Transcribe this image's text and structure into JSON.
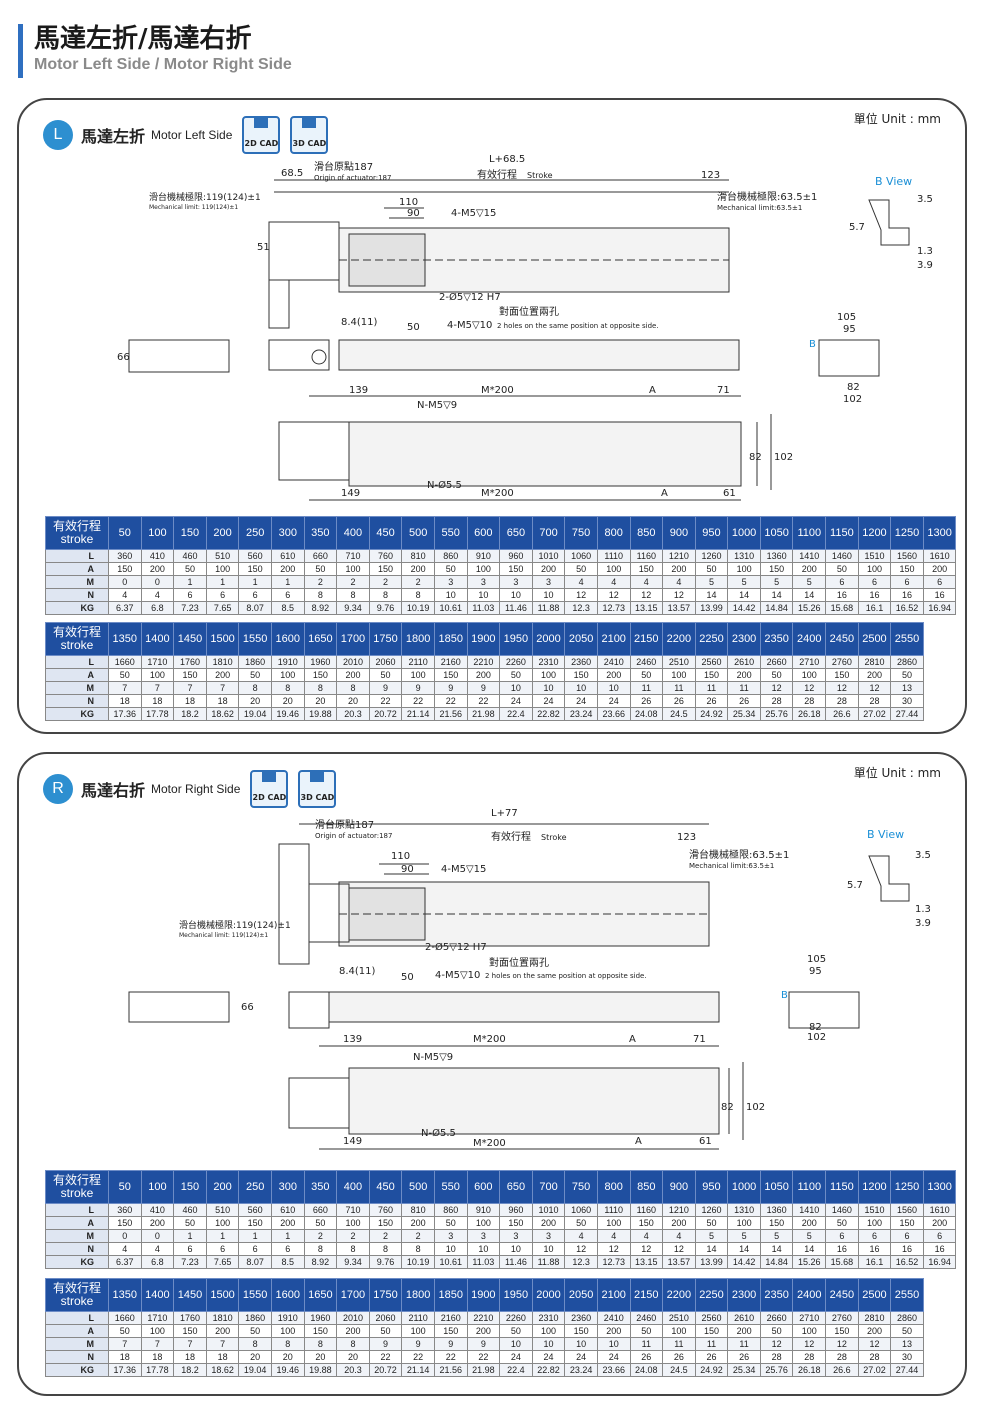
{
  "header": {
    "title": "馬達左折/馬達右折",
    "subtitle": "Motor Left Side / Motor Right Side"
  },
  "colors": {
    "accent": "#2d8fd0",
    "table_header": "#1f4fa0",
    "dim_blue": "#1a8fd6"
  },
  "left": {
    "badge": "L",
    "title_cn": "馬達左折",
    "title_en": "Motor Left Side",
    "unit": "單位 Unit : mm",
    "cad": [
      "2D CAD",
      "3D CAD"
    ],
    "labels": {
      "overall": "L+68.5",
      "offset": "68.5",
      "origin_cn": "滑台原點187",
      "origin_en": "Origin of actuator:187",
      "stroke_cn": "有效行程",
      "stroke_en": "Stroke",
      "end": "123",
      "mech_l_cn": "滑台機械極限:119(124)±1",
      "mech_l_en": "Mechanical limit: 119(124)±1",
      "mech_r_cn": "滑台機械極限:63.5±1",
      "mech_r_en": "Mechanical limit:63.5±1",
      "d110": "110",
      "d90": "90",
      "m5": "4-M5▽15",
      "h51": "51",
      "pin": "2-Ø5▽12 H7",
      "opp_cn": "對面位置兩孔",
      "d84": "8.4(11)",
      "d50": "50",
      "m5b": "4-M5▽10",
      "opp_en": "2 holes on the same position at opposite side.",
      "h66": "66",
      "d139": "139",
      "m200": "M*200",
      "a": "A",
      "d71": "71",
      "nm5": "N-M5▽9",
      "h82": "82",
      "h102": "102",
      "d149": "149",
      "n55": "N-Ø5.5",
      "m200b": "M*200",
      "a2": "A",
      "d61": "61",
      "bview": "B View",
      "b35": "3.5",
      "b57": "5.7",
      "b13": "1.3",
      "b39": "3.9",
      "e105": "105",
      "e95": "95",
      "e82": "82",
      "e102": "102",
      "b": "B"
    }
  },
  "right": {
    "badge": "R",
    "title_cn": "馬達右折",
    "title_en": "Motor Right Side",
    "unit": "單位 Unit : mm",
    "cad": [
      "2D CAD",
      "3D CAD"
    ],
    "labels": {
      "overall": "L+77",
      "origin_cn": "滑台原點187",
      "origin_en": "Origin of actuator:187",
      "stroke_cn": "有效行程",
      "stroke_en": "Stroke",
      "end": "123",
      "mech_l_cn": "滑台機械極限:119(124)±1",
      "mech_l_en": "Mechanical limit: 119(124)±1",
      "mech_r_cn": "滑台機械極限:63.5±1",
      "mech_r_en": "Mechanical limit:63.5±1",
      "d110": "110",
      "d90": "90",
      "m5": "4-M5▽15",
      "pin": "2-Ø5▽12 H7",
      "opp_cn": "對面位置兩孔",
      "d84": "8.4(11)",
      "d50": "50",
      "m5b": "4-M5▽10",
      "opp_en": "2 holes on the same position at opposite side.",
      "h66": "66",
      "d139": "139",
      "m200": "M*200",
      "a": "A",
      "d71": "71",
      "nm5": "N-M5▽9",
      "h82": "82",
      "h102": "102",
      "d149": "149",
      "n55": "N-Ø5.5",
      "m200b": "M*200",
      "a2": "A",
      "d61": "61",
      "bview": "B View",
      "b35": "3.5",
      "b57": "5.7",
      "b13": "1.3",
      "b39": "3.9",
      "e105": "105",
      "e95": "95",
      "e82": "82",
      "e102": "102",
      "b": "B"
    }
  },
  "table": {
    "head_cn": "有效行程",
    "head_en": "stroke",
    "row_labels": [
      "L",
      "A",
      "M",
      "N",
      "KG"
    ],
    "block1": {
      "strokes": [
        "50",
        "100",
        "150",
        "200",
        "250",
        "300",
        "350",
        "400",
        "450",
        "500",
        "550",
        "600",
        "650",
        "700",
        "750",
        "800",
        "850",
        "900",
        "950",
        "1000",
        "1050",
        "1100",
        "1150",
        "1200",
        "1250",
        "1300"
      ],
      "L": [
        "360",
        "410",
        "460",
        "510",
        "560",
        "610",
        "660",
        "710",
        "760",
        "810",
        "860",
        "910",
        "960",
        "1010",
        "1060",
        "1110",
        "1160",
        "1210",
        "1260",
        "1310",
        "1360",
        "1410",
        "1460",
        "1510",
        "1560",
        "1610"
      ],
      "A": [
        "150",
        "200",
        "50",
        "100",
        "150",
        "200",
        "50",
        "100",
        "150",
        "200",
        "50",
        "100",
        "150",
        "200",
        "50",
        "100",
        "150",
        "200",
        "50",
        "100",
        "150",
        "200",
        "50",
        "100",
        "150",
        "200"
      ],
      "M": [
        "0",
        "0",
        "1",
        "1",
        "1",
        "1",
        "2",
        "2",
        "2",
        "2",
        "3",
        "3",
        "3",
        "3",
        "4",
        "4",
        "4",
        "4",
        "5",
        "5",
        "5",
        "5",
        "6",
        "6",
        "6",
        "6"
      ],
      "N": [
        "4",
        "4",
        "6",
        "6",
        "6",
        "6",
        "8",
        "8",
        "8",
        "8",
        "10",
        "10",
        "10",
        "10",
        "12",
        "12",
        "12",
        "12",
        "14",
        "14",
        "14",
        "14",
        "16",
        "16",
        "16",
        "16"
      ],
      "KG": [
        "6.37",
        "6.8",
        "7.23",
        "7.65",
        "8.07",
        "8.5",
        "8.92",
        "9.34",
        "9.76",
        "10.19",
        "10.61",
        "11.03",
        "11.46",
        "11.88",
        "12.3",
        "12.73",
        "13.15",
        "13.57",
        "13.99",
        "14.42",
        "14.84",
        "15.26",
        "15.68",
        "16.1",
        "16.52",
        "16.94"
      ]
    },
    "block2": {
      "strokes": [
        "1350",
        "1400",
        "1450",
        "1500",
        "1550",
        "1600",
        "1650",
        "1700",
        "1750",
        "1800",
        "1850",
        "1900",
        "1950",
        "2000",
        "2050",
        "2100",
        "2150",
        "2200",
        "2250",
        "2300",
        "2350",
        "2400",
        "2450",
        "2500",
        "2550"
      ],
      "L": [
        "1660",
        "1710",
        "1760",
        "1810",
        "1860",
        "1910",
        "1960",
        "2010",
        "2060",
        "2110",
        "2160",
        "2210",
        "2260",
        "2310",
        "2360",
        "2410",
        "2460",
        "2510",
        "2560",
        "2610",
        "2660",
        "2710",
        "2760",
        "2810",
        "2860"
      ],
      "A": [
        "50",
        "100",
        "150",
        "200",
        "50",
        "100",
        "150",
        "200",
        "50",
        "100",
        "150",
        "200",
        "50",
        "100",
        "150",
        "200",
        "50",
        "100",
        "150",
        "200",
        "50",
        "100",
        "150",
        "200",
        "50"
      ],
      "M": [
        "7",
        "7",
        "7",
        "7",
        "8",
        "8",
        "8",
        "8",
        "9",
        "9",
        "9",
        "9",
        "10",
        "10",
        "10",
        "10",
        "11",
        "11",
        "11",
        "11",
        "12",
        "12",
        "12",
        "12",
        "13"
      ],
      "N": [
        "18",
        "18",
        "18",
        "18",
        "20",
        "20",
        "20",
        "20",
        "22",
        "22",
        "22",
        "22",
        "24",
        "24",
        "24",
        "24",
        "26",
        "26",
        "26",
        "26",
        "28",
        "28",
        "28",
        "28",
        "30"
      ],
      "KG": [
        "17.36",
        "17.78",
        "18.2",
        "18.62",
        "19.04",
        "19.46",
        "19.88",
        "20.3",
        "20.72",
        "21.14",
        "21.56",
        "21.98",
        "22.4",
        "22.82",
        "23.24",
        "23.66",
        "24.08",
        "24.5",
        "24.92",
        "25.34",
        "25.76",
        "26.18",
        "26.6",
        "27.02",
        "27.44"
      ]
    }
  }
}
